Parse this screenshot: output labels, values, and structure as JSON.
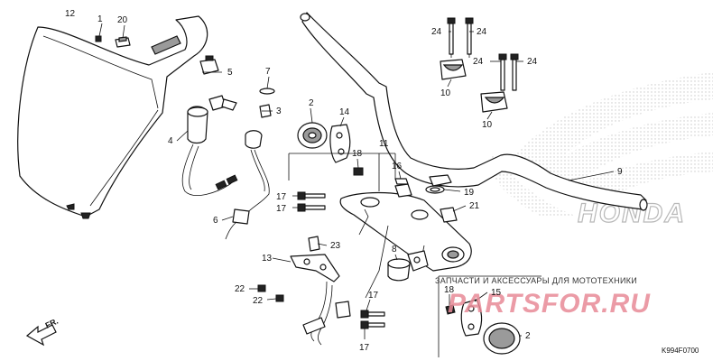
{
  "diagram": {
    "code": "K994F0700",
    "direction_label": "FR."
  },
  "watermark": {
    "shop_text": "ЗАПЧАСТИ И АКСЕССУАРЫ ДЛЯ МОТОТЕХНИКИ",
    "brand_text": "PARTSFOR.RU",
    "maker_text": "HONDA"
  },
  "parts": [
    {
      "id": "p12",
      "label": "12"
    },
    {
      "id": "p1",
      "label": "1"
    },
    {
      "id": "p20",
      "label": "20"
    },
    {
      "id": "p5",
      "label": "5"
    },
    {
      "id": "p7",
      "label": "7"
    },
    {
      "id": "p3",
      "label": "3"
    },
    {
      "id": "p4",
      "label": "4"
    },
    {
      "id": "p6",
      "label": "6"
    },
    {
      "id": "p2a",
      "label": "2"
    },
    {
      "id": "p14",
      "label": "14"
    },
    {
      "id": "p18a",
      "label": "18"
    },
    {
      "id": "p11",
      "label": "11"
    },
    {
      "id": "p16",
      "label": "16"
    },
    {
      "id": "p19",
      "label": "19"
    },
    {
      "id": "p21",
      "label": "21"
    },
    {
      "id": "p17a",
      "label": "17"
    },
    {
      "id": "p17b",
      "label": "17"
    },
    {
      "id": "p9",
      "label": "9"
    },
    {
      "id": "p24a",
      "label": "24"
    },
    {
      "id": "p24b",
      "label": "24"
    },
    {
      "id": "p24c",
      "label": "24"
    },
    {
      "id": "p24d",
      "label": "24"
    },
    {
      "id": "p10a",
      "label": "10"
    },
    {
      "id": "p10b",
      "label": "10"
    },
    {
      "id": "p23",
      "label": "23"
    },
    {
      "id": "p13",
      "label": "13"
    },
    {
      "id": "p22a",
      "label": "22"
    },
    {
      "id": "p22b",
      "label": "22"
    },
    {
      "id": "p8",
      "label": "8"
    },
    {
      "id": "p17c",
      "label": "17"
    },
    {
      "id": "p17d",
      "label": "17"
    },
    {
      "id": "p18b",
      "label": "18"
    },
    {
      "id": "p15",
      "label": "15"
    },
    {
      "id": "p2b",
      "label": "2"
    }
  ]
}
